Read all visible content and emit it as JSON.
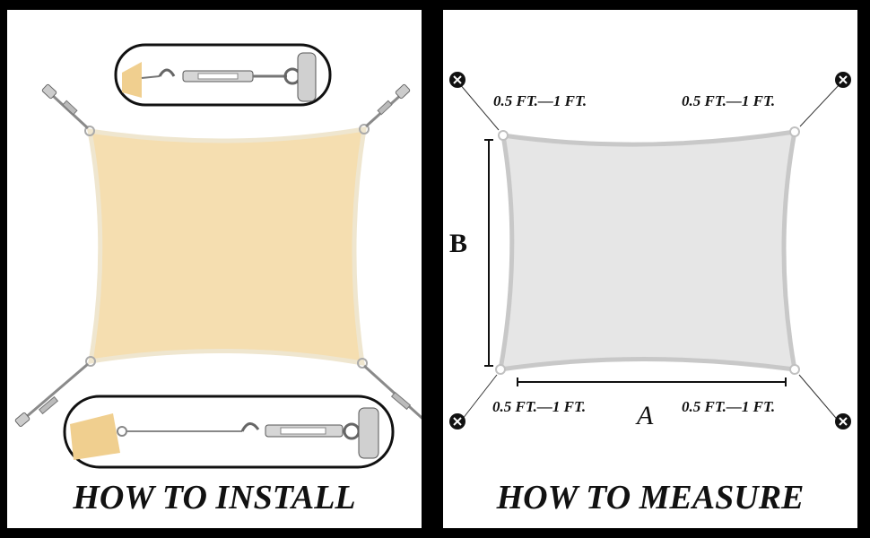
{
  "install": {
    "caption": "HOW TO INSTALL"
  },
  "measure": {
    "caption": "HOW TO MEASURE",
    "gap_labels": {
      "top_left": "0.5 FT.—1 FT.",
      "top_right": "0.5 FT.—1 FT.",
      "bottom_left": "0.5 FT.—1 FT.",
      "bottom_right": "0.5 FT.—1 FT."
    },
    "side_a": "A",
    "side_b": "B"
  },
  "colors": {
    "frame": "#000000",
    "background": "#ffffff",
    "sail_fabric": "#f5deb0",
    "sail_edge": "#efe6cf",
    "measure_sail_fill": "#e6e6e6",
    "measure_sail_edge": "#c8c8c8",
    "hardware": "#9a9a9a"
  },
  "icons": [
    "anchor-point-icon",
    "turnbuckle-icon",
    "pad-eye-icon",
    "d-ring-icon"
  ]
}
